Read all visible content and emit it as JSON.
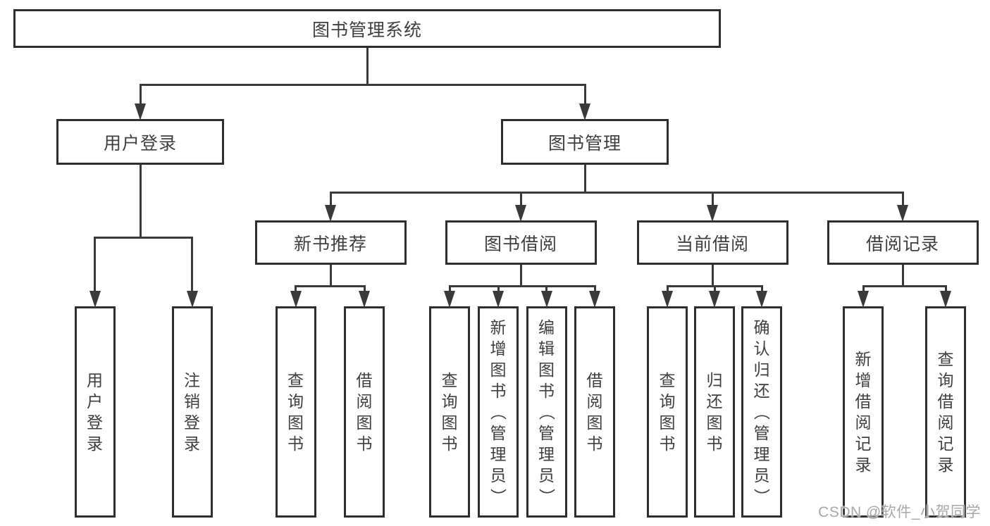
{
  "diagram": {
    "root": "图书管理系统",
    "level2": [
      "用户登录",
      "图书管理"
    ],
    "level3": [
      "新书推荐",
      "图书借阅",
      "当前借阅",
      "借阅记录"
    ],
    "leaf_groups": [
      {
        "parent": "用户登录",
        "items": [
          "用户登录",
          "注销登录"
        ]
      },
      {
        "parent": "新书推荐",
        "items": [
          "查询图书",
          "借阅图书"
        ]
      },
      {
        "parent": "图书借阅",
        "items": [
          "查询图书",
          "新增图书（管理员）",
          "编辑图书（管理员）",
          "借阅图书"
        ]
      },
      {
        "parent": "当前借阅",
        "items": [
          "查询图书",
          "归还图书",
          "确认归还（管理员）"
        ]
      },
      {
        "parent": "借阅记录",
        "items": [
          "新增借阅记录",
          "查询借阅记录"
        ]
      }
    ]
  },
  "watermark": {
    "text": "CSDN @软件_小贺同学"
  },
  "colors": {
    "background": "#ffffff",
    "box_border": "#2e2e2e",
    "connector_line": "#3a3a3a",
    "text": "#3f3f3f",
    "watermark": "#a8a8a8"
  }
}
